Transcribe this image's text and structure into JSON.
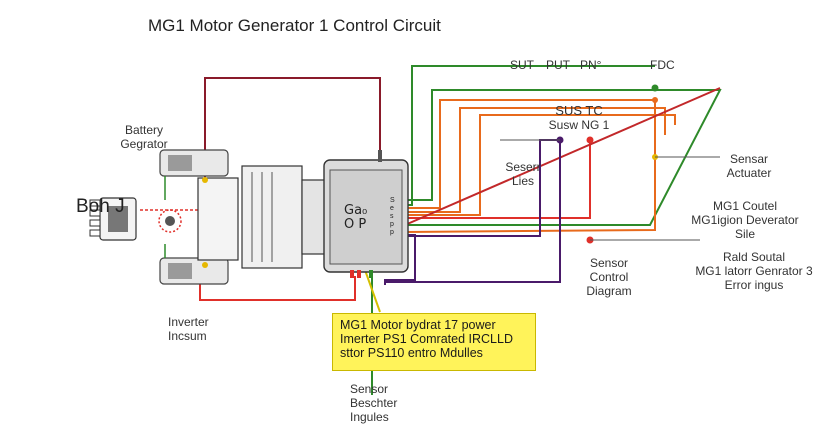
{
  "title": "MG1 Motor Generator 1 Control Circuit",
  "top_labels": [
    "SUT",
    "PUT",
    "PN°",
    "FDC"
  ],
  "battery_label": [
    "Battery",
    "Gegrator"
  ],
  "left_symbol_label": "Bоh J",
  "inverter_label": [
    "Inverter",
    "Incsum"
  ],
  "sus_label": [
    "SUS TC",
    "Susw NG 1"
  ],
  "sesor_label": [
    "Seserr",
    "Lies"
  ],
  "sensor_actuator_label": [
    "Sensar",
    "Actuater"
  ],
  "mg1_control_label": [
    "MG1 Coutel",
    "MG1igion Deverator",
    "Sile"
  ],
  "rald_label": [
    "Rald Soutal",
    "MG1 latorr Genrator 3",
    "Error ingus"
  ],
  "control_diagram_label": [
    "Sensor",
    "Control",
    "Diagram"
  ],
  "sensor_beschter_label": [
    "Sensor",
    "Beschter",
    "Ingules"
  ],
  "ecu_text": "Ga₀\nO P",
  "pin_labels": [
    "S",
    "e",
    "s",
    "p",
    "p"
  ],
  "yellow_note": [
    "MG1 Motor bydrat 17 power",
    "Imerter PS1 Comrated IRCLLD",
    "sttor PS110 entro Mdulles"
  ],
  "colors": {
    "dark_red": "#8a1a2a",
    "red": "#e0302a",
    "orange": "#e86a1c",
    "green": "#2e8a2a",
    "purple": "#4a1a6a",
    "note_yellow": "#fff35a"
  }
}
